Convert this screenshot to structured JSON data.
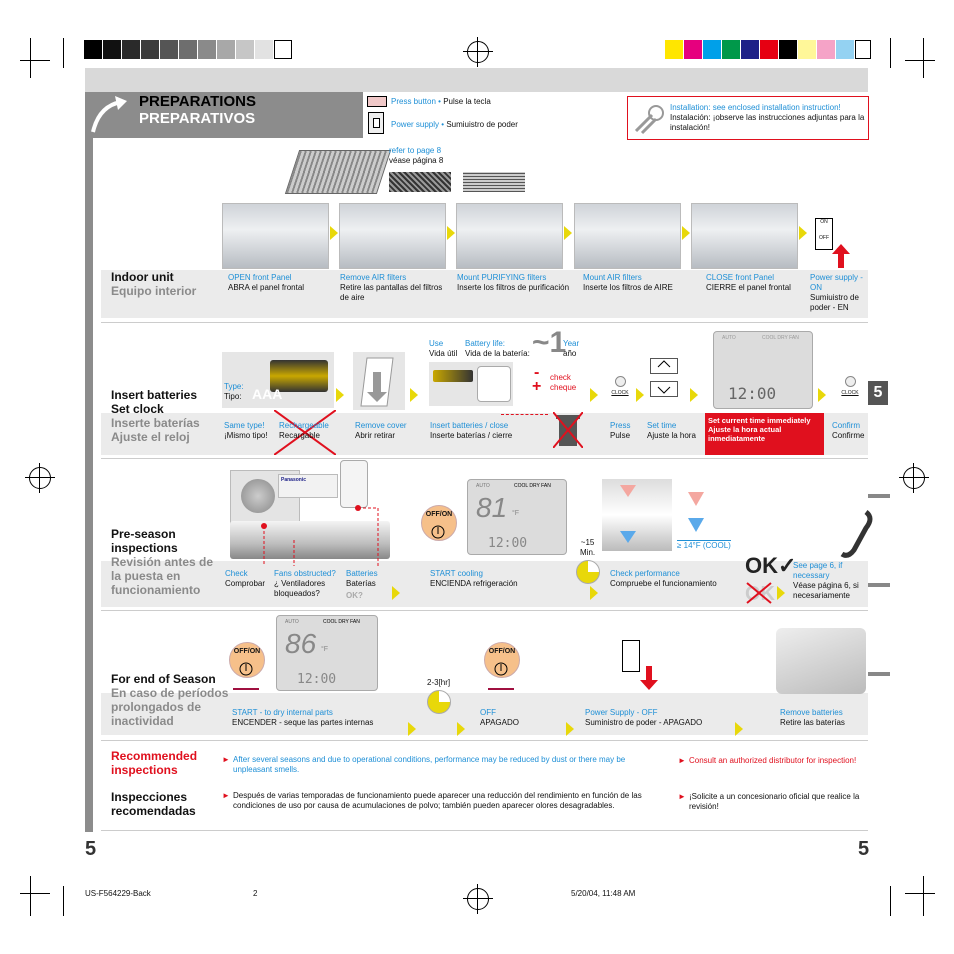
{
  "header": {
    "title_en": "PREPARATIONS",
    "title_es": "PREPARATIVOS"
  },
  "legend": {
    "press_button_en": "Press button",
    "press_button_es": "Pulse la tecla",
    "power_supply_en": "Power supply",
    "power_supply_es": "Sumiuistro de poder",
    "separator": "•"
  },
  "installation_note": {
    "en": "Installation: see enclosed installation instruction!",
    "es": "Instalación: ¡observe las instrucciones adjuntas para la instalación!"
  },
  "filters_ref": {
    "en": "refer to page 8",
    "es": "véase página  8"
  },
  "indoor": {
    "heading_en": "Indoor unit",
    "heading_es": "Equipo interior",
    "steps": [
      {
        "en": "OPEN front Panel",
        "es": "ABRA el panel frontal"
      },
      {
        "en": "Remove AIR filters",
        "es": "Retire las pantallas del filtros de aire"
      },
      {
        "en": "Mount PURIFYING filters",
        "es": "Inserte los filtros de purificación"
      },
      {
        "en": "Mount AIR filters",
        "es": "Inserte los filtros de AIRE"
      },
      {
        "en": "CLOSE front Panel",
        "es": "CIERRE el panel frontal"
      },
      {
        "en": "Power supply - ON",
        "es": "Sumiuistro de poder - EN"
      }
    ],
    "switch_on": "ON",
    "switch_off": "OFF"
  },
  "batteries": {
    "heading_en1": "Insert batteries",
    "heading_en2": "Set clock",
    "heading_es1": "Inserte baterías",
    "heading_es2": "Ajuste el reloj",
    "type_en": "Type:",
    "type_es": "Tipo:",
    "type_value": "AAA",
    "use_en": "Use",
    "use_es": "Vida útil",
    "life_en": "Battery life:",
    "life_es": "Vida de la batería:",
    "life_value": "~1",
    "year_en": "Year",
    "year_es": "año",
    "check_en": "check",
    "check_es": "cheque",
    "minus": "-",
    "plus": "+",
    "clock_label": "CLOCK",
    "lcd_auto": "AUTO",
    "lcd_modes": "COOL DRY FAN",
    "lcd_time": "12:00",
    "set_now": "Set current time immediately",
    "set_now_es": "Ajuste la hora actual inmediatamente",
    "steps": [
      {
        "en": "Same type!",
        "es": "¡Mismo tipo!"
      },
      {
        "en": "Rechargeable",
        "es": "Recargable"
      },
      {
        "en": "Remove cover",
        "es": "Abrir retirar"
      },
      {
        "en": "Insert batteries / close",
        "es": "Inserte baterías / cierre"
      },
      {
        "en": "Press",
        "es": "Pulse"
      },
      {
        "en": "Set time",
        "es": "Ajuste la hora"
      },
      {
        "en": "Confirm",
        "es": "Confirme"
      }
    ]
  },
  "preseason": {
    "heading_en1": "Pre-season",
    "heading_en2": "inspections",
    "heading_es1": "Revisión antes de",
    "heading_es2": "la puesta en",
    "heading_es3": "funcionamiento",
    "brand": "Panasonic",
    "offon": "OFF/ON",
    "lcd_auto": "AUTO",
    "lcd_modes": "COOL DRY FAN",
    "lcd_temp": "81",
    "lcd_unit": "°F",
    "lcd_time": "12:00",
    "wait": "~15",
    "wait_unit": "Min.",
    "temp_diff": "≥ 14°F (COOL)",
    "ok_label": "OK?",
    "ok_big": "OK✓",
    "steps": [
      {
        "en": "Check",
        "es": "Comprobar"
      },
      {
        "en": "Fans obstructed?",
        "es": "¿ Ventiladores bloqueados?"
      },
      {
        "en": "Batteries",
        "es": "Baterías"
      },
      {
        "en": "START cooling",
        "es": "ENCIENDA refrigeración"
      },
      {
        "en": "Check performance",
        "es": "Compruebe el funcionamiento"
      },
      {
        "en": "See page 6, if necessary",
        "es": "Véase página 6, si necesariamente"
      }
    ]
  },
  "endseason": {
    "heading_en": "For end of Season",
    "heading_es1": "En caso de períodos",
    "heading_es2": "prolongados de",
    "heading_es3": "inactividad",
    "offon": "OFF/ON",
    "lcd_auto": "AUTO",
    "lcd_modes": "COOL DRY FAN",
    "lcd_temp": "86",
    "lcd_unit": "°F",
    "lcd_time": "12:00",
    "duration": "2-3[hr]",
    "steps": [
      {
        "en": "START - to dry internal parts",
        "es": "ENCENDER - seque las partes internas"
      },
      {
        "en": "OFF",
        "es": "APAGADO"
      },
      {
        "en": "Power Supply - OFF",
        "es": "Suministro de poder - APAGADO"
      },
      {
        "en": "Remove batteries",
        "es": "Retire las baterías"
      }
    ]
  },
  "recommended": {
    "heading_en1": "Recommended",
    "heading_en2": "inspections",
    "heading_es1": "Inspecciones",
    "heading_es2": "recomendadas",
    "note1_en": "After several seasons and due to operational conditions, performance may be reduced by dust or there may be unpleasant smells.",
    "note1_es": "Después de varias temporadas de funcionamiento puede aparecer una reducción del rendimiento en función de las condiciones de uso por causa de acumulaciones de polvo; también pueden aparecer olores desagradables.",
    "note2_en": "Consult an authorized distributor for inspection!",
    "note2_es": "¡Solicite a un concesionario oficial que realice la revisión!"
  },
  "page": {
    "number_left": "5",
    "number_right": "5",
    "tab": "5",
    "footer_file": "US-F564229-Back",
    "footer_page": "2",
    "footer_date": "5/20/04, 11:48 AM"
  },
  "colors": {
    "accent_blue": "#1e8fd6",
    "accent_red": "#e0101e",
    "panel_gray": "#ebebeb",
    "header_gray": "#8c8c8c",
    "arrow_yellow": "#e8d80a"
  }
}
